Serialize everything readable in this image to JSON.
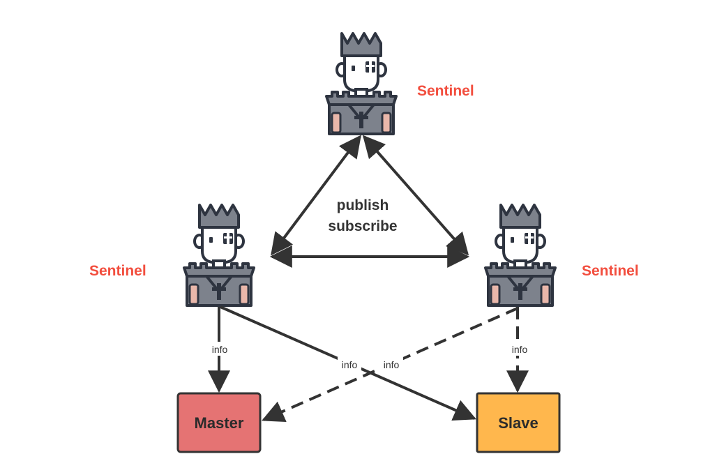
{
  "sentinels": {
    "top": {
      "label": "Sentinel"
    },
    "left": {
      "label": "Sentinel"
    },
    "right": {
      "label": "Sentinel"
    }
  },
  "center_label": {
    "line1": "publish",
    "line2": "subscribe"
  },
  "edges": {
    "left_to_master": "info",
    "left_to_slave": "info",
    "right_to_master": "info",
    "right_to_slave": "info"
  },
  "nodes": {
    "master": {
      "label": "Master",
      "fill": "#E57373"
    },
    "slave": {
      "label": "Slave",
      "fill": "#FFB74D"
    }
  },
  "colors": {
    "sentinel_label": "#F24E3E",
    "stroke": "#333333",
    "figure_body": "#7D828C",
    "figure_skin": "#E9B7AA",
    "figure_outline": "#2E3440"
  }
}
